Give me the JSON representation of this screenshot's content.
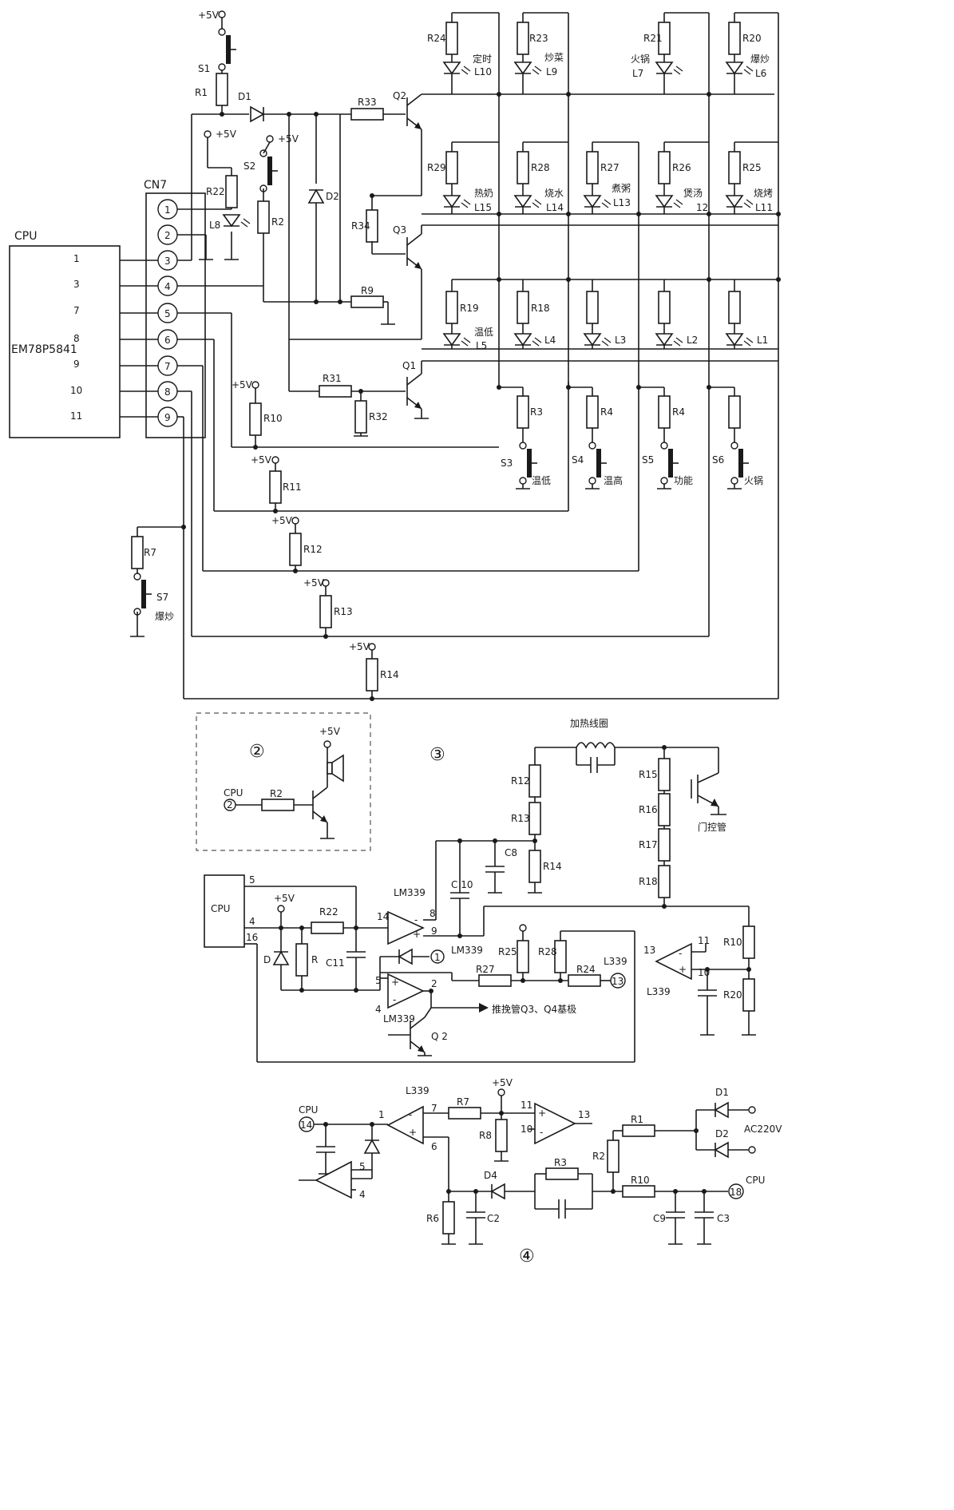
{
  "cpu": {
    "title": "CPU",
    "chip": "EM78P5841",
    "pins": [
      "1",
      "3",
      "7",
      "8",
      "9",
      "10",
      "11"
    ]
  },
  "cn7": {
    "title": "CN7",
    "pins": [
      "1",
      "2",
      "3",
      "4",
      "5",
      "6",
      "7",
      "8",
      "9"
    ]
  },
  "switches": {
    "s1": "S1",
    "s2": "S2",
    "s7": "S7",
    "s7_note": "爆炒",
    "s3": "S3",
    "s3_note": "温低",
    "s4": "S4",
    "s4_note": "温高",
    "s5": "S5",
    "s5_note": "功能",
    "s6": "S6",
    "s6_note": "火锅"
  },
  "supply": "+5V",
  "resistors_top": {
    "r1": "R1",
    "r2": "R2",
    "r22": "R22",
    "r33": "R33",
    "r34": "R34",
    "r9": "R9",
    "r31": "R31",
    "r32": "R32",
    "r10": "R10",
    "r11": "R11",
    "r12": "R12",
    "r13": "R13",
    "r14": "R14",
    "r7": "R7",
    "r3": "R3",
    "r4a": "R4",
    "r4b": "R4",
    "r24": "R24",
    "r23": "R23",
    "r21": "R21",
    "r20": "R20",
    "r29": "R29",
    "r28": "R28",
    "r27": "R27",
    "r26": "R26",
    "r25": "R25",
    "r19": "R19",
    "r18": "R18"
  },
  "diodes_top": {
    "d1": "D1",
    "d2": "D2"
  },
  "transistors_top": {
    "q1": "Q1",
    "q2": "Q2",
    "q3": "Q3"
  },
  "leds": {
    "l8": "L8",
    "l10": "L10",
    "l10_note": "定时",
    "l9": "L9",
    "l9_note": "炒菜",
    "l7": "L7",
    "l7_note": "火锅",
    "l6": "L6",
    "l6_note": "爆炒",
    "l15": "L15",
    "l15_note": "热奶",
    "l14": "L14",
    "l14_note": "烧水",
    "l13": "L13",
    "l13_note": "煮粥",
    "l12": "12",
    "l12_note": "煲汤",
    "l11": "L11",
    "l11_note": "烧烤",
    "l5": "L5",
    "l5_note": "温低",
    "l4": "L4",
    "l3": "L3",
    "l2": "L2",
    "l1": "L1"
  },
  "sec2": {
    "marker": "②",
    "cpu": "CPU",
    "pin": "2",
    "r2": "R2",
    "vcc": "+5V"
  },
  "sec3": {
    "marker": "③",
    "coil": "加热线圈",
    "igbt": "门控管",
    "cpu": "CPU",
    "pin5": "5",
    "pin4": "4",
    "pin16": "16",
    "r12": "R12",
    "r13": "R13",
    "r14": "R14",
    "r15": "R15",
    "r16": "R16",
    "r17": "R17",
    "r18": "R18",
    "c8": "C8",
    "c10": "C 10",
    "c11": "C11",
    "r22": "R22",
    "r": "R",
    "d": "D",
    "lm339a": "LM339",
    "lm339b": "LM339",
    "lm339c": "LM339",
    "lm339d": "L339",
    "lm339e": "L339",
    "p14": "14",
    "p8": "8",
    "p9": "9",
    "p5": "5",
    "p4": "4",
    "p2": "2",
    "p13": "13",
    "p11": "11",
    "p10": "10",
    "r25": "R25",
    "r28": "R28",
    "r27": "R27",
    "r24": "R24",
    "r10": "R10",
    "r20": "R20",
    "q2": "Q 2",
    "push": "推挽管Q3、Q4基极",
    "ref1": "1",
    "ref13": "13"
  },
  "sec4": {
    "marker": "④",
    "cpu_in": "CPU",
    "pin14": "14",
    "lm339": "L339",
    "p1": "1",
    "p7": "7",
    "p6": "6",
    "p5": "5",
    "p4": "4",
    "p11": "11",
    "p10": "10",
    "p13": "13",
    "r7": "R7",
    "r8": "R8",
    "r6": "R6",
    "r3": "R3",
    "r2": "R2",
    "r1": "R1",
    "r10": "R10",
    "c2": "C2",
    "c9": "C9",
    "c3": "C3",
    "d4": "D4",
    "d1": "D1",
    "d2": "D2",
    "ac": "AC220V",
    "cpu_out": "CPU",
    "pin18": "18"
  }
}
